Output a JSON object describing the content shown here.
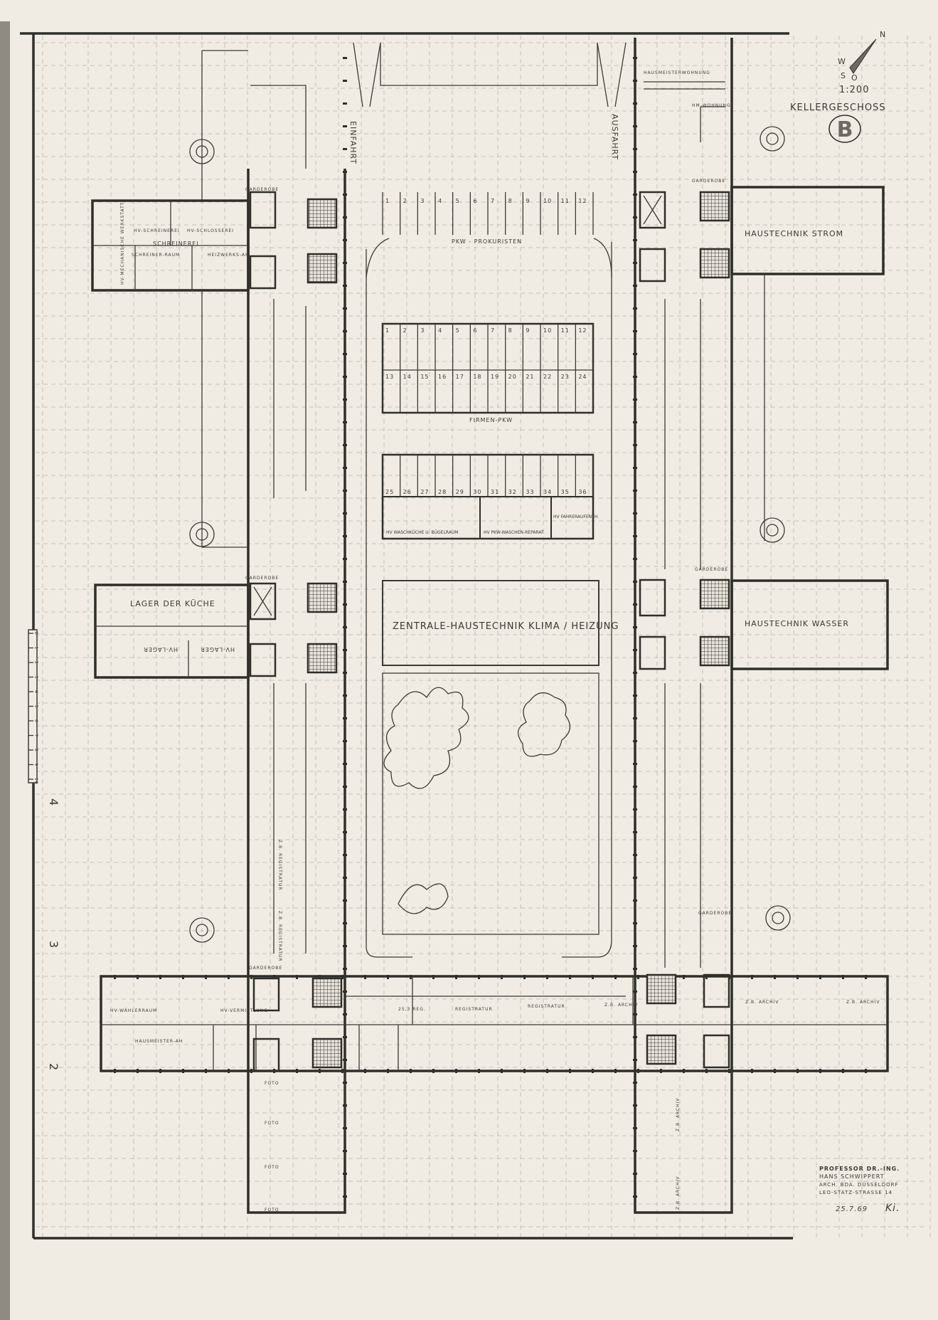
{
  "title_block": {
    "floor_name": "KELLERGESCHOSS",
    "scale": "1:200",
    "sheet_letter": "B",
    "compass": {
      "n": "N",
      "w": "W",
      "s": "S",
      "o": "O"
    }
  },
  "architect_stamp": {
    "line1": "PROFESSOR DR.-ING.",
    "line2": "HANS SCHWIPPERT",
    "line3": "ARCH. BDA. DÜSSELDORF",
    "line4": "LEO-STATZ-STRASSE 14",
    "date": "25.7.69",
    "initials": "Ki."
  },
  "axis_markers": {
    "m4": "4",
    "m3": "3",
    "m2": "2"
  },
  "scale_bar": {
    "ticks": [
      "0",
      "1",
      "2",
      "3",
      "4",
      "5",
      "6",
      "7",
      "8",
      "9",
      "10"
    ]
  },
  "drive": {
    "entry": "EINFAHRT",
    "exit": "AUSFAHRT"
  },
  "parking": {
    "prokuristen_label": "PKW - PROKURISTEN",
    "prokuristen_stalls": [
      "1",
      "2",
      "3",
      "4",
      "5",
      "6",
      "7",
      "8",
      "9",
      "10",
      "11",
      "12"
    ],
    "firmen_label": "FIRMEN-PKW",
    "firmen_row1": [
      "1",
      "2",
      "3",
      "4",
      "5",
      "6",
      "7",
      "8",
      "9",
      "10",
      "11",
      "12"
    ],
    "firmen_row2": [
      "13",
      "14",
      "15",
      "16",
      "17",
      "18",
      "19",
      "20",
      "21",
      "22",
      "23",
      "24"
    ],
    "row3": [
      "25",
      "26",
      "27",
      "28",
      "29",
      "30",
      "31",
      "32",
      "33",
      "34",
      "35",
      "36"
    ]
  },
  "rooms": {
    "waschkueche": "HV WASCHKÜCHE U. BÜGELRAUM",
    "pkw_waschen": "HV PKW-WASCHEN-REPARAT.",
    "fahrer": "HV FAHRERAUFENTH.",
    "zentrale": "ZENTRALE-HAUSTECHNIK KLIMA / HEIZUNG",
    "lager_kueche": "LAGER DER KÜCHE",
    "hv_lager_1": "HV-LAGER",
    "hv_lager_2": "HV-LAGER",
    "strom": "HAUSTECHNIK STROM",
    "wasser": "HAUSTECHNIK WASSER",
    "schreinerei": "SCHREINEREI",
    "hv_schreinerei": "HV-SCHREINEREI",
    "hv_schlosserei": "HV-SCHLOSSEREI",
    "schreiner_raum": "SCHREINER-RAUM",
    "heizwerks": "HEIZWERKS-AH",
    "mech_werkstatt": "HV-MECHANISCHE WERKSTATT",
    "hausmeister_wohnung": "HAUSMEISTERWOHNUNG",
    "hm_wohnung": "HM-WOHNUNG",
    "garderobe_1": "GARDEROBE",
    "garderobe_2": "GARDEROBE",
    "garderobe_3": "GARDEROBE",
    "garderobe_4": "GARDEROBE",
    "garderobe_5": "GARDEROBE",
    "garderobe_6": "GARDEROBE",
    "waehlerraum": "HV-WÄHLERRAUM",
    "vermittlung": "HV-VERMITTLUNG",
    "hausmeister_ah": "HAUSMEISTER-AH",
    "reg_1": "25,3 REG.",
    "registratur_1": "REGISTRATUR",
    "registratur_2": "REGISTRATUR",
    "archiv_1": "Z.B. ARCHIV",
    "archiv_2": "Z.B. ARCHIV",
    "archiv_3": "Z.B. ARCHIV",
    "archiv_4": "Z.B. ARCHIV",
    "archiv_5": "Z.B. ARCHIV",
    "foto_1": "FOTO",
    "foto_2": "FOTO",
    "foto_3": "FOTO",
    "foto_4": "FOTO",
    "registratur_left_1": "Z.B. REGISTRATUR",
    "registratur_left_2": "Z.B. REGISTRATUR"
  }
}
